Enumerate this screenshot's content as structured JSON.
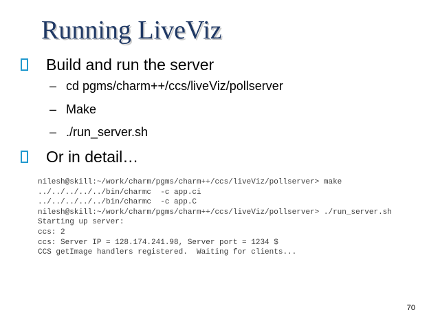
{
  "slide": {
    "title": "Running LiveViz",
    "page_number": "70",
    "colors": {
      "background": "#ffffff",
      "title_text": "#1F3864",
      "bullet_square_border": "#2199CE",
      "body_text": "#000000",
      "terminal_text": "#3d3d3d"
    },
    "bullets": {
      "0": {
        "label": "Build and run the server",
        "sub_items": {
          "0": "cd pgms/charm++/ccs/liveViz/pollserver",
          "1": "Make",
          "2": "./run_server.sh"
        }
      },
      "1": {
        "label": "Or in detail…"
      }
    },
    "sub_bullet_marker": "–",
    "terminal": {
      "lines": {
        "0": "nilesh@skill:~/work/charm/pgms/charm++/ccs/liveViz/pollserver> make",
        "1": "../../../../../bin/charmc  -c app.ci",
        "2": "../../../../../bin/charmc  -c app.C",
        "3": "nilesh@skill:~/work/charm/pgms/charm++/ccs/liveViz/pollserver> ./run_server.sh",
        "4": "Starting up server:",
        "5": "ccs: 2",
        "6": "ccs: Server IP = 128.174.241.98, Server port = 1234 $",
        "7": "CCS getImage handlers registered.  Waiting for clients..."
      }
    }
  }
}
